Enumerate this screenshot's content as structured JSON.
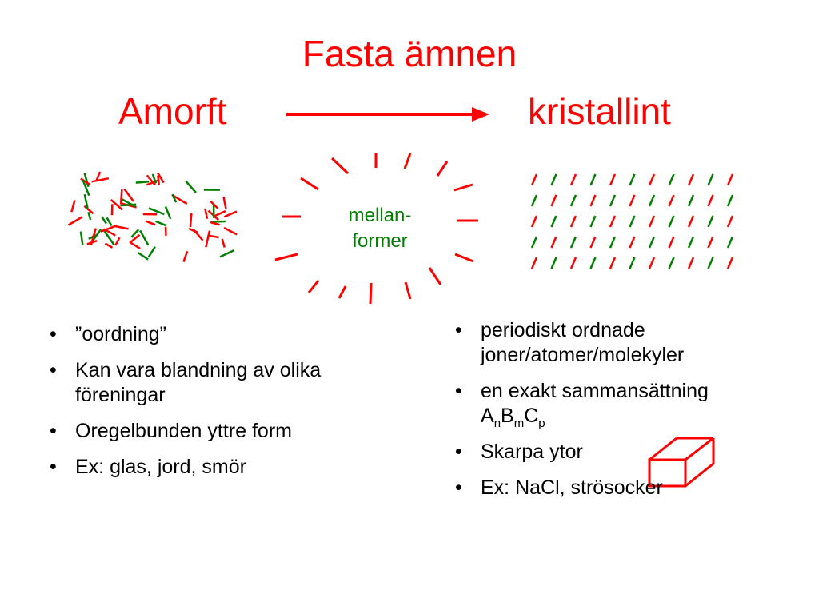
{
  "slide": {
    "title": "Fasta ämnen",
    "left_heading": "Amorft",
    "right_heading": "kristallint",
    "middle_label_line1": "mellan-",
    "middle_label_line2": "former"
  },
  "left_bullets": [
    "”oordning”",
    "Kan vara blandning av olika föreningar",
    "Oregelbunden yttre form",
    "Ex: glas, jord, smör"
  ],
  "right_bullets": {
    "b1": "periodiskt ordnade joner/atomer/molekyler",
    "b2_text": "en exakt sammansättning",
    "formula": {
      "A": "A",
      "n": "n",
      "B": "B",
      "m": "m",
      "C": "C",
      "p": "p"
    },
    "b3": "Skarpa ytor",
    "b4": "Ex: NaCl, strösocker"
  },
  "colors": {
    "red": "#ff0000",
    "green": "#008000",
    "text": "#000000"
  },
  "icons": {
    "arrow": "right-arrow-icon",
    "cube": "crystal-box-icon"
  }
}
